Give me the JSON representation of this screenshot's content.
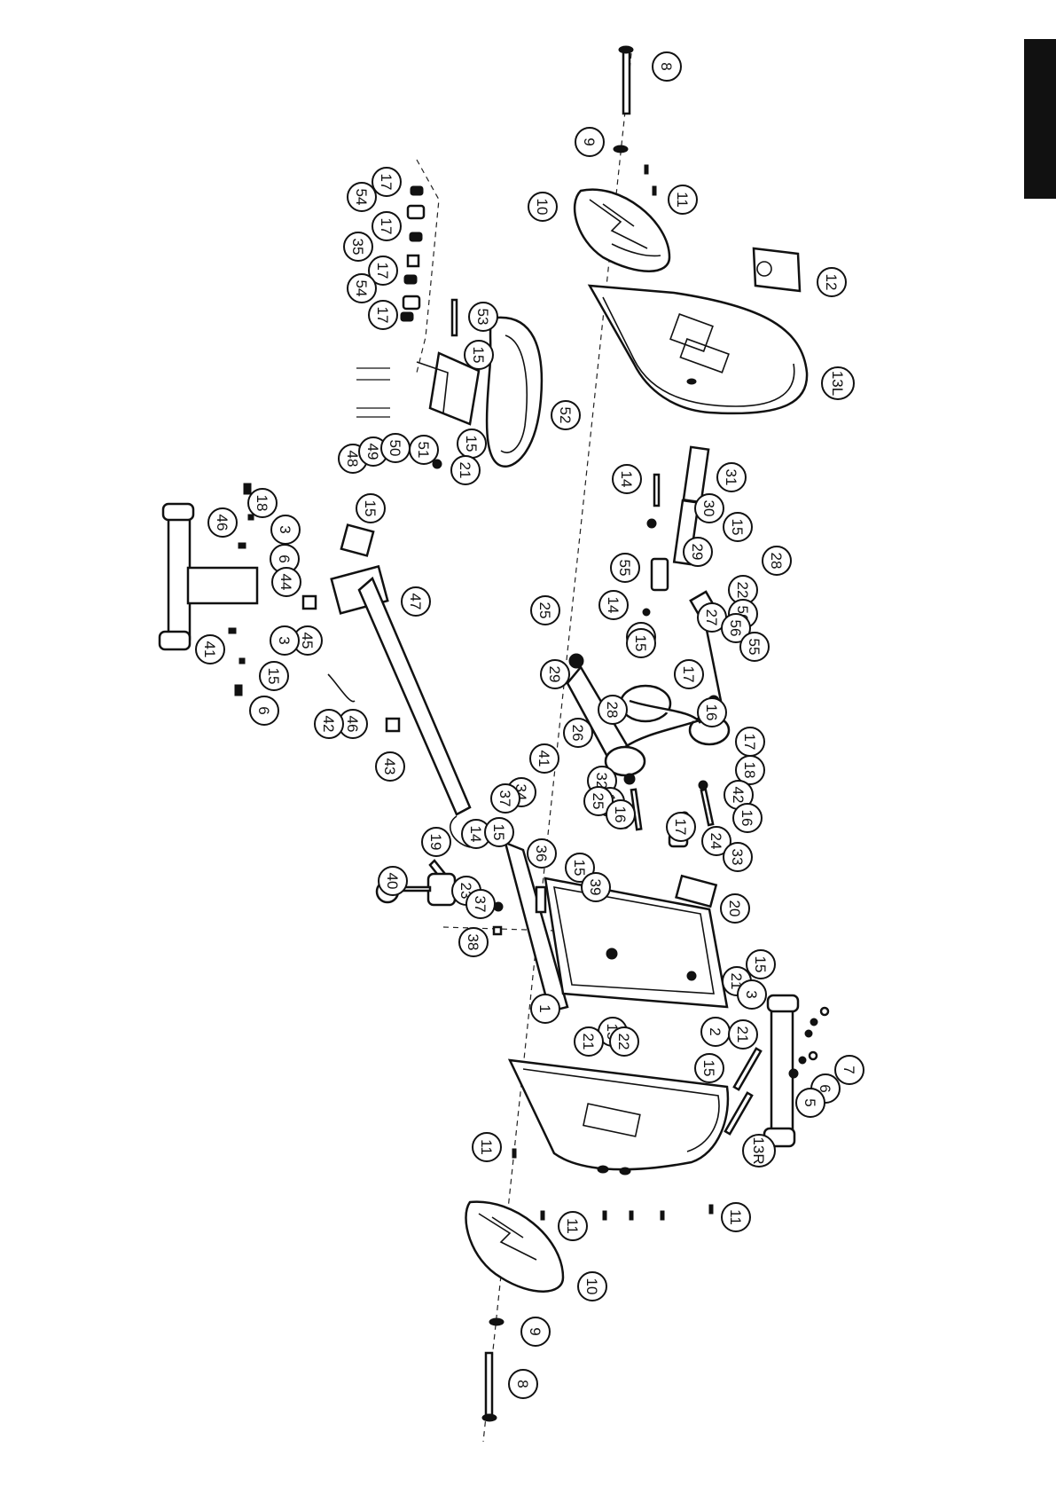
{
  "page": {
    "tab_color": "#111111",
    "line_color": "#111111",
    "background": "#ffffff"
  },
  "labels": [
    "8",
    "9",
    "11",
    "10",
    "12",
    "13L",
    "17",
    "54",
    "17",
    "35",
    "17",
    "54",
    "17",
    "53",
    "15",
    "52",
    "48",
    "49",
    "50",
    "51",
    "15",
    "21",
    "14",
    "31",
    "30",
    "15",
    "29",
    "28",
    "55",
    "22",
    "27",
    "56",
    "14",
    "16",
    "56",
    "55",
    "15",
    "17",
    "25",
    "29",
    "28",
    "26",
    "16",
    "17",
    "32",
    "18",
    "18",
    "46",
    "3",
    "6",
    "15",
    "44",
    "47",
    "45",
    "41",
    "3",
    "15",
    "6",
    "46",
    "42",
    "43",
    "41",
    "34",
    "37",
    "42",
    "17",
    "25",
    "17",
    "16",
    "24",
    "16",
    "14",
    "15",
    "36",
    "33",
    "15",
    "19",
    "39",
    "23",
    "40",
    "20",
    "37",
    "38",
    "15",
    "21",
    "1",
    "3",
    "15",
    "22",
    "21",
    "15",
    "2",
    "21",
    "7",
    "6",
    "5",
    "11",
    "13R",
    "11",
    "11",
    "10",
    "9",
    "8"
  ]
}
